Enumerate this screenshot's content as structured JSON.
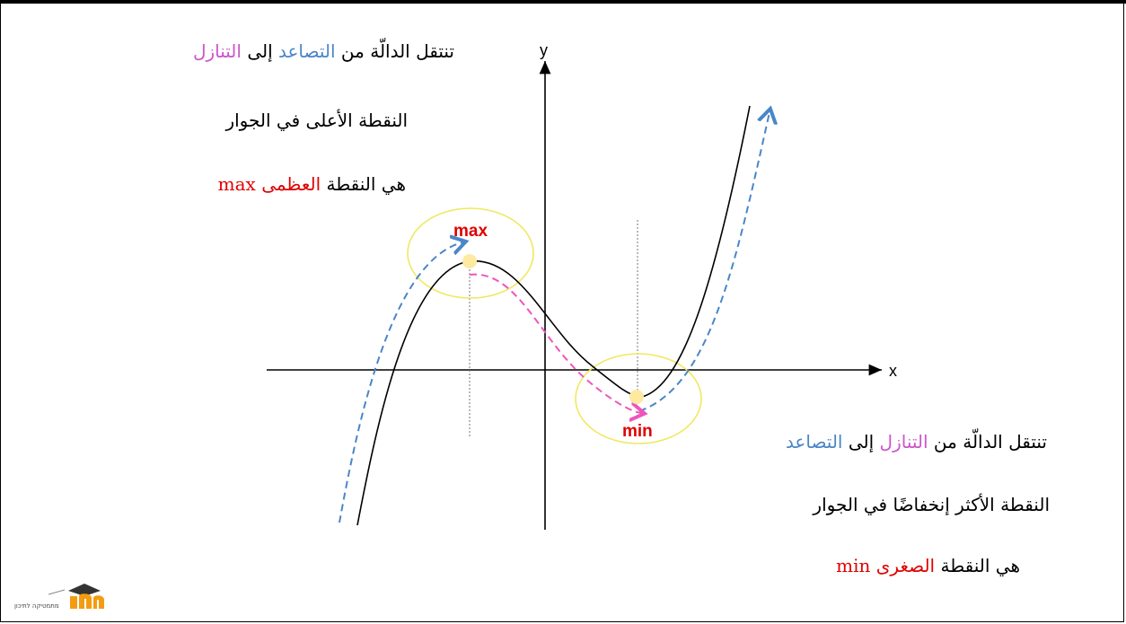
{
  "axes": {
    "x_label": "x",
    "y_label": "y"
  },
  "markers": {
    "max_label": "max",
    "min_label": "min"
  },
  "max_text": {
    "line1_start": "تنتقل الدالّة من",
    "line1_inc": "التصاعد",
    "line1_mid": "إلى",
    "line1_dec": "التنازل",
    "line2": "النقطة الأعلى في  الجوار",
    "line3_start": "هي النقطة",
    "line3_word": "العظمى",
    "line3_end": "max"
  },
  "min_text": {
    "line1_start": "تنتقل الدالّة من",
    "line1_dec": "التنازل",
    "line1_mid": "إلى",
    "line1_inc": "التصاعد",
    "line2": "النقطة الأكثر إنخفاضًا في  الجوار",
    "line3_start": "هي النقطة",
    "line3_word": "الصغرى",
    "line3_end": "min"
  },
  "colors": {
    "increasing": "#4a86c8",
    "decreasing": "#ee55bb",
    "extremum": "#e00000",
    "circle": "#f0e860",
    "dot": "#fde9a0"
  },
  "logo": {
    "icon": "graduation-cap-icon",
    "text": "מתמטיקה לתיכון"
  }
}
